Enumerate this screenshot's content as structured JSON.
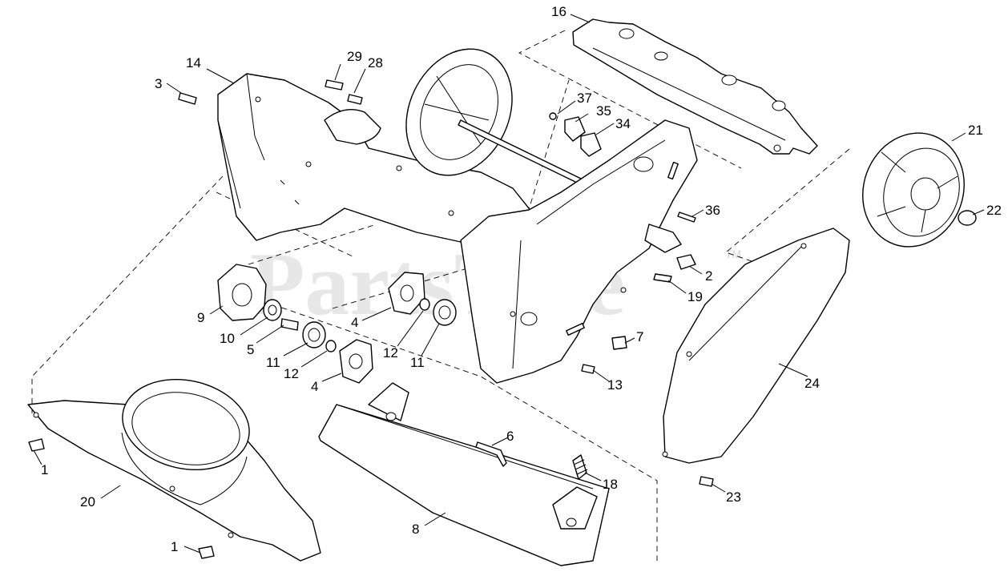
{
  "watermark": {
    "text": "PartsTree",
    "trademark": "TM"
  },
  "callouts": [
    {
      "id": "c16a",
      "label": "16"
    },
    {
      "id": "c29",
      "label": "29"
    },
    {
      "id": "c28",
      "label": "28"
    },
    {
      "id": "c14",
      "label": "14"
    },
    {
      "id": "c3",
      "label": "3"
    },
    {
      "id": "c37",
      "label": "37"
    },
    {
      "id": "c35",
      "label": "35"
    },
    {
      "id": "c34",
      "label": "34"
    },
    {
      "id": "c21",
      "label": "21"
    },
    {
      "id": "c22",
      "label": "22"
    },
    {
      "id": "c36",
      "label": "36"
    },
    {
      "id": "c2",
      "label": "2"
    },
    {
      "id": "c19",
      "label": "19"
    },
    {
      "id": "c9",
      "label": "9"
    },
    {
      "id": "c10",
      "label": "10"
    },
    {
      "id": "c5",
      "label": "5"
    },
    {
      "id": "c11a",
      "label": "11"
    },
    {
      "id": "c12a",
      "label": "12"
    },
    {
      "id": "c4a",
      "label": "4"
    },
    {
      "id": "c4b",
      "label": "4"
    },
    {
      "id": "c12b",
      "label": "12"
    },
    {
      "id": "c11b",
      "label": "11"
    },
    {
      "id": "c7",
      "label": "7"
    },
    {
      "id": "c13",
      "label": "13"
    },
    {
      "id": "c24",
      "label": "24"
    },
    {
      "id": "c6",
      "label": "6"
    },
    {
      "id": "c18",
      "label": "18"
    },
    {
      "id": "c1a",
      "label": "1"
    },
    {
      "id": "c20",
      "label": "20"
    },
    {
      "id": "c1b",
      "label": "1"
    },
    {
      "id": "c8",
      "label": "8"
    },
    {
      "id": "c23",
      "label": "23"
    }
  ]
}
